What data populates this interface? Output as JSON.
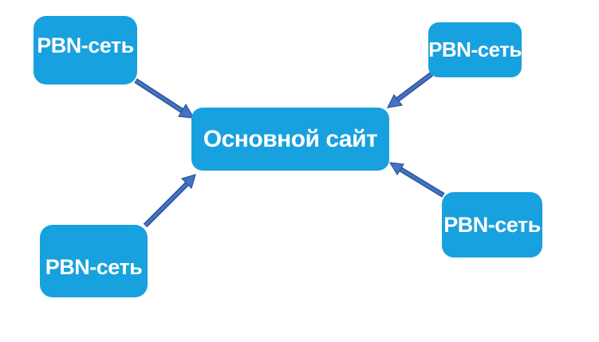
{
  "diagram": {
    "type": "hub-and-spoke",
    "description": "PBN link network scheme: four PBN networks linking to one main site",
    "colors": {
      "background": "#ffffff",
      "node_fill": "#17A1DE",
      "node_text": "#ffffff",
      "arrow_fill": "#4472C4",
      "arrow_outline": "#2E5597"
    },
    "nodes": {
      "center": {
        "label": "Основной сайт"
      },
      "pbn_top_left": {
        "label": "PBN-сеть"
      },
      "pbn_top_right": {
        "label": "PBN-сеть"
      },
      "pbn_bottom_left": {
        "label": "PBN-сеть"
      },
      "pbn_bottom_right": {
        "label": "PBN-сеть"
      }
    },
    "arrows": [
      {
        "from": "pbn_top_left",
        "to": "center",
        "direction": "down-right"
      },
      {
        "from": "pbn_top_right",
        "to": "center",
        "direction": "down-left"
      },
      {
        "from": "pbn_bottom_left",
        "to": "center",
        "direction": "up-right"
      },
      {
        "from": "pbn_bottom_right",
        "to": "center",
        "direction": "up-left"
      }
    ]
  }
}
